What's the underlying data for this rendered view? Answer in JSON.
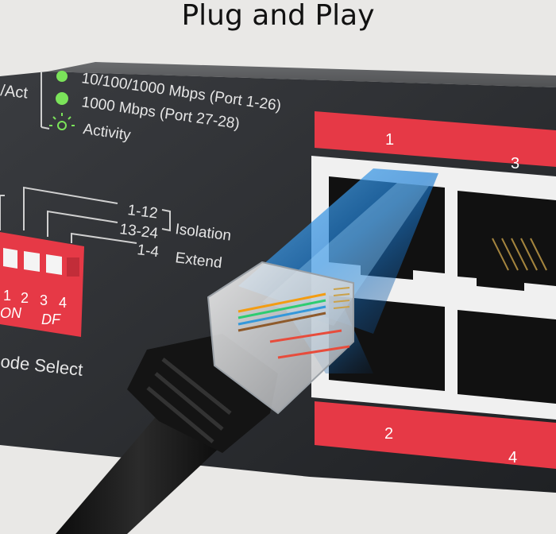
{
  "title": "Plug and Play",
  "legend": {
    "act_label": "/Act",
    "line1": "10/100/1000 Mbps (Port 1-26)",
    "line2": "1000 Mbps (Port 27-28)",
    "line3": "Activity"
  },
  "dip": {
    "opt1": "1-12",
    "opt2": "13-24",
    "opt3": "1-4",
    "isolation": "Isolation",
    "extend": "Extend",
    "numbers": [
      "1",
      "2",
      "3",
      "4"
    ],
    "on_label": "ON",
    "df_label": "DF",
    "mode_select": "ode Select"
  },
  "ports": {
    "p1": "1",
    "p2": "2",
    "p3": "3",
    "p4": "4"
  },
  "colors": {
    "background": "#e9e8e6",
    "panel": "#2b2d30",
    "accent_red": "#e63946",
    "led_green": "#7be35a"
  }
}
